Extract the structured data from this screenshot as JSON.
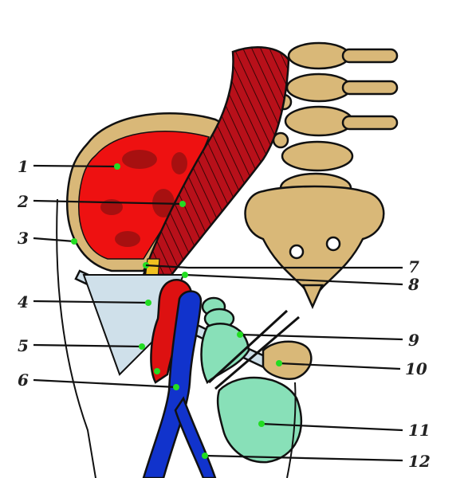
{
  "labels": [
    {
      "id": "1",
      "text": "1"
    },
    {
      "id": "2",
      "text": "2"
    },
    {
      "id": "3",
      "text": "3"
    },
    {
      "id": "4",
      "text": "4"
    },
    {
      "id": "5",
      "text": "5"
    },
    {
      "id": "6",
      "text": "6"
    },
    {
      "id": "7",
      "text": "7"
    },
    {
      "id": "8",
      "text": "8"
    },
    {
      "id": "9",
      "text": "9"
    },
    {
      "id": "10",
      "text": "10"
    },
    {
      "id": "11",
      "text": "11"
    },
    {
      "id": "12",
      "text": "12"
    }
  ],
  "colors": {
    "bone": "#d9b878",
    "muscle": "#c0141c",
    "iliac-muscle": "#ee1111",
    "artery": "#dd1111",
    "vein": "#1133cc",
    "lymph": "#88e0b8",
    "ligament": "#cfe0ea",
    "pointer-dot": "#22dd22"
  }
}
